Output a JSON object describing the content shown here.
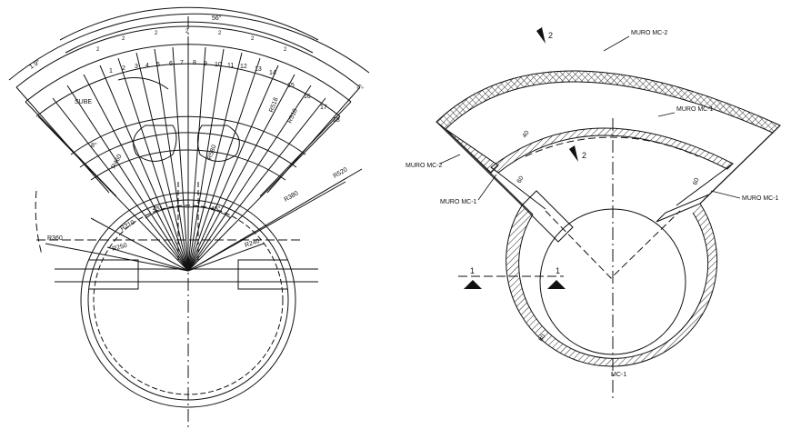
{
  "colors": {
    "line": "#111111",
    "background": "#ffffff",
    "hatch": "#222222"
  },
  "left_plan": {
    "top_angle": "56°",
    "side_angle_left": "1.9°",
    "side_angle_right": "5°",
    "dim_small": [
      "2",
      "2",
      "2",
      "2",
      "2",
      "2",
      "2"
    ],
    "step_numbers": [
      "1",
      "2",
      "3",
      "4",
      "5",
      "6",
      "7",
      "8",
      "9",
      "10",
      "11",
      "12",
      "13",
      "14",
      "15",
      "16",
      "17",
      "18"
    ],
    "direction_label": "SUBE",
    "angle_8": "8°",
    "angle_45_left": "45°",
    "angle_45_right": "45°",
    "radii": {
      "r_left_inner": "R460",
      "r_center_inner": "R580",
      "r_right_a": "R518",
      "r_right_b": "R518",
      "r_outer": "R520",
      "r_mid": "R380",
      "r_210": "R210",
      "r_360": "R360",
      "r_250": "R250",
      "r_240": "R240"
    }
  },
  "right_plan": {
    "section_1_left": "1",
    "section_1_right": "1",
    "section_2_top": "2",
    "section_2_mid": "2",
    "labels": {
      "muro_mc2_top": "MURO MC-2",
      "muro_mc1_top": "MURO MC-1",
      "muro_mc2_left": "MURO MC-2",
      "muro_mc1_left": "MURO MC-1",
      "muro_mc1_right": "MURO MC-1",
      "mc1_bottom": "MC-1"
    },
    "dims": {
      "d40": "40",
      "d60_left": "60",
      "d60_right": "60",
      "d80": "80"
    }
  }
}
